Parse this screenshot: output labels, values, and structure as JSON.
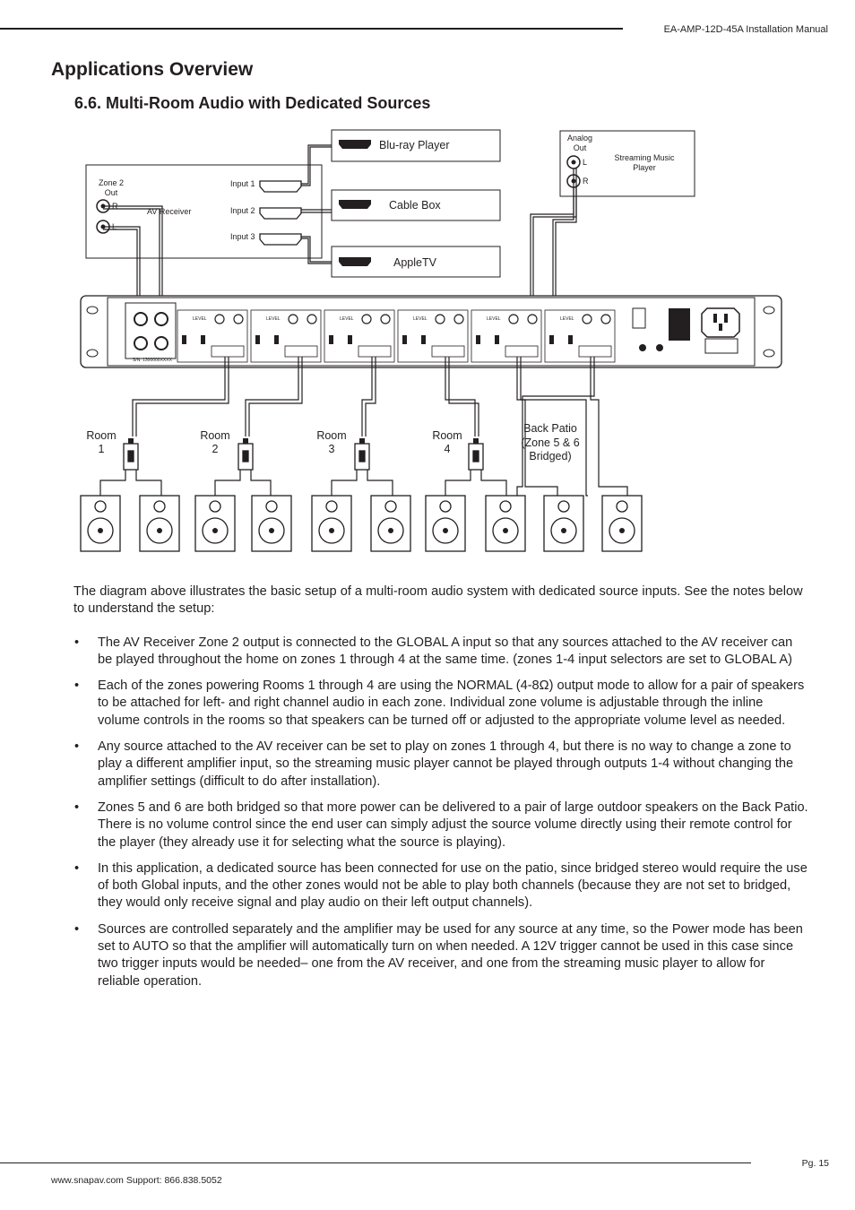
{
  "header": {
    "manual_title": "EA-AMP-12D-45A Installation Manual"
  },
  "page_title": "Applications Overview",
  "section_title": "6.6. Multi-Room Audio with Dedicated Sources",
  "diagram": {
    "av_receiver": {
      "label": "AV Receiver",
      "zone2_out": "Zone 2\nOut",
      "r": "R",
      "l": "L",
      "inputs": [
        "Input 1",
        "Input 2",
        "Input 3"
      ]
    },
    "sources": [
      "Blu-ray Player",
      "Cable Box",
      "AppleTV"
    ],
    "streaming": {
      "label": "Streaming Music\nPlayer",
      "analog_out": "Analog\nOut",
      "l": "L",
      "r": "R"
    },
    "rooms": [
      {
        "label": "Room\n1"
      },
      {
        "label": "Room\n2"
      },
      {
        "label": "Room\n3"
      },
      {
        "label": "Room\n4"
      },
      {
        "label": "Back Patio\n(Zone 5 & 6\nBridged)"
      }
    ],
    "amp_panel": {
      "serial": "S/N: 1300000XXXX",
      "level": "LEVEL"
    }
  },
  "intro": "The diagram above illustrates the basic setup of a multi-room audio system with dedicated source inputs.  See the notes below to understand the setup:",
  "bullet_char": "•",
  "bullets": [
    "The AV Receiver Zone 2 output is connected to the GLOBAL A input so that any sources attached to the AV receiver can be played throughout the home on zones 1 through 4 at the same time.  (zones 1-4 input selectors are set to GLOBAL A)",
    "Each of the zones powering Rooms 1 through 4 are using the NORMAL (4-8Ω) output mode to allow for a pair of speakers to be attached for left- and right channel audio in each zone.  Individual zone volume is adjustable through the inline volume controls in the rooms so that speakers can be turned off or adjusted to the appropriate volume level as needed.",
    "Any source attached to the AV receiver can be set to play on zones 1 through 4, but there is no way to change a zone to play a different amplifier input, so the streaming music player cannot be played through outputs 1-4 without changing the amplifier settings (difficult to do after installation).",
    "Zones 5 and 6 are both bridged so that more power can be delivered to a pair of large outdoor speakers on the Back Patio.  There is no volume control since the end user can simply adjust the source volume directly using their remote control for the player (they already use it for selecting what the source is playing).",
    "In this application, a dedicated source has been connected for use on the patio, since bridged stereo would require the use of both Global inputs, and the other zones would not be able to play both channels (because they are not set to bridged, they would only receive signal and play audio on their left output channels).",
    "Sources are controlled separately and the amplifier may be used for any source at any time, so the Power mode has been set to AUTO so that the amplifier will automatically turn on when needed.  A 12V trigger cannot be used in this case since two trigger inputs would be needed– one from the AV receiver, and one from the streaming music player to allow for reliable operation."
  ],
  "footer": {
    "contact": "www.snapav.com  Support: 866.838.5052",
    "page": "Pg. 15"
  }
}
